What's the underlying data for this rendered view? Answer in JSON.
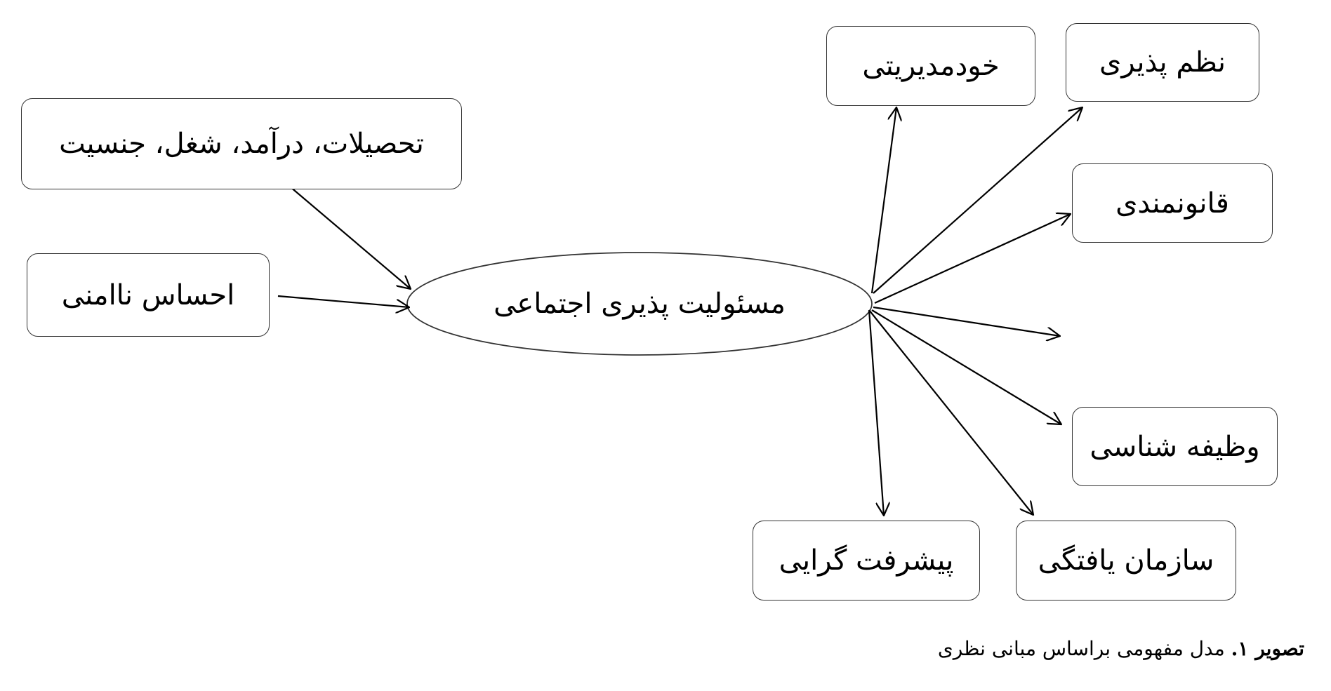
{
  "diagram": {
    "center": "مسئولیت پذیری اجتماعی",
    "inputs": {
      "demographics": "تحصیلات، درآمد، شغل، جنسیت",
      "insecurity": "احساس ناامنی"
    },
    "outputs": {
      "self_management": "خودمدیریتی",
      "discipline": "نظم پذیری",
      "law_abiding": "قانونمندی",
      "duty": "وظیفه شناسی",
      "organization": "سازمان یافتگی",
      "progress": "پیشرفت گرایی"
    }
  },
  "caption": {
    "label": "تصویر ۱.",
    "text": "مدل مفهومی براساس مبانی نظری"
  }
}
